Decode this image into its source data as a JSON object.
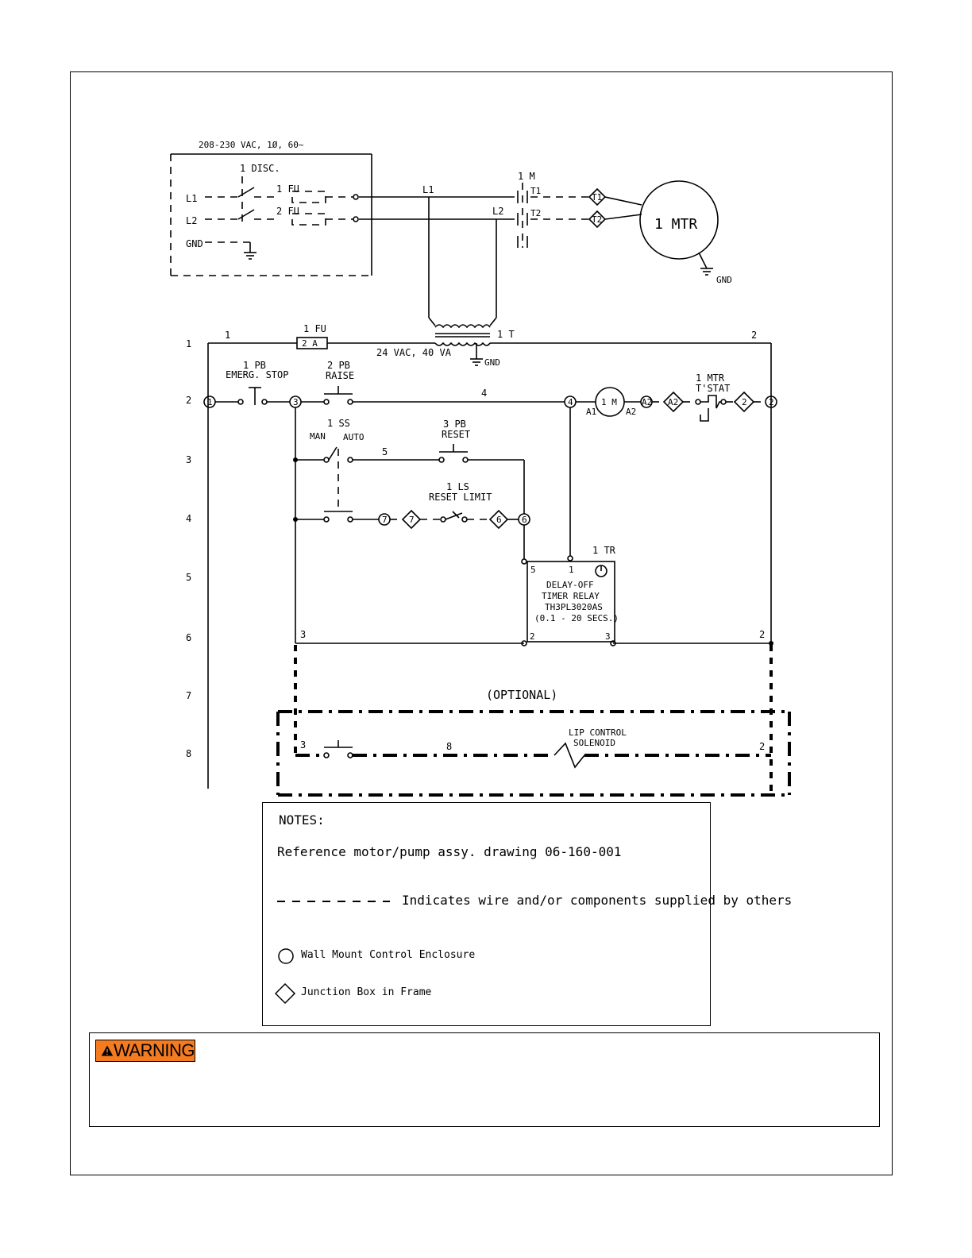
{
  "supply": {
    "voltage": "208-230 VAC, 1Ø, 60~",
    "disconnect": "1 DISC.",
    "fuse1": "1 FU",
    "fuse2": "2 FU",
    "l1": "L1",
    "l2": "L2",
    "gnd": "GND"
  },
  "power": {
    "l1": "L1",
    "l2": "L2",
    "contactor": "1 M",
    "t1": "T1",
    "t2": "T2",
    "motor": "1 MTR",
    "gnd": "GND"
  },
  "transformer": {
    "fuse": "1 FU",
    "fuse_rating": "2 A",
    "label": "1 T",
    "rating": "24 VAC, 40 VA",
    "gnd": "GND"
  },
  "rungs": [
    "1",
    "2",
    "3",
    "4",
    "5",
    "6",
    "7",
    "8"
  ],
  "wires": {
    "w1": "1",
    "w2": "2",
    "w4": "4",
    "w5": "5",
    "w8": "8",
    "w3a": "3",
    "w3b": "3",
    "w2a": "2",
    "w2b": "2"
  },
  "components": {
    "pb1": {
      "name": "1 PB",
      "desc": "EMERG. STOP"
    },
    "pb2": {
      "name": "2 PB",
      "desc": "RAISE"
    },
    "ss1": {
      "name": "1 SS",
      "man": "MAN",
      "auto": "AUTO"
    },
    "pb3": {
      "name": "3 PB",
      "desc": "RESET"
    },
    "ls1": {
      "name": "1 LS",
      "desc": "RESET LIMIT"
    },
    "coil": {
      "name": "1 M",
      "a1": "A1",
      "a2": "A2"
    },
    "tstat": {
      "name": "1 MTR",
      "desc": "T'STAT"
    },
    "timer": {
      "label": "1 TR",
      "line1": "DELAY-OFF",
      "line2": "TIMER RELAY",
      "line3": "TH3PL3020AS",
      "line4": "(0.1 - 20 SECS.)",
      "p5": "5",
      "p1": "1",
      "p2": "2",
      "p3": "3"
    },
    "solenoid": {
      "line1": "LIP CONTROL",
      "line2": "SOLENOID"
    }
  },
  "terminals": {
    "c1": "1",
    "c3": "3",
    "c4": "4",
    "c2": "2",
    "c7": "7",
    "c6": "6",
    "ca2": "A2",
    "d7": "7",
    "d6": "6",
    "dA2": "A2",
    "d2": "2",
    "dT1": "T1",
    "dT2": "T2"
  },
  "optional": "(OPTIONAL)",
  "notes": {
    "title": "NOTES:",
    "reference": "Reference motor/pump assy. drawing 06-160-001",
    "dashed": "Indicates wire and/or components supplied by others",
    "circle": "Wall Mount Control Enclosure",
    "diamond": "Junction Box in Frame"
  },
  "warning": {
    "label": "WARNING",
    "color": "#f47b20"
  }
}
